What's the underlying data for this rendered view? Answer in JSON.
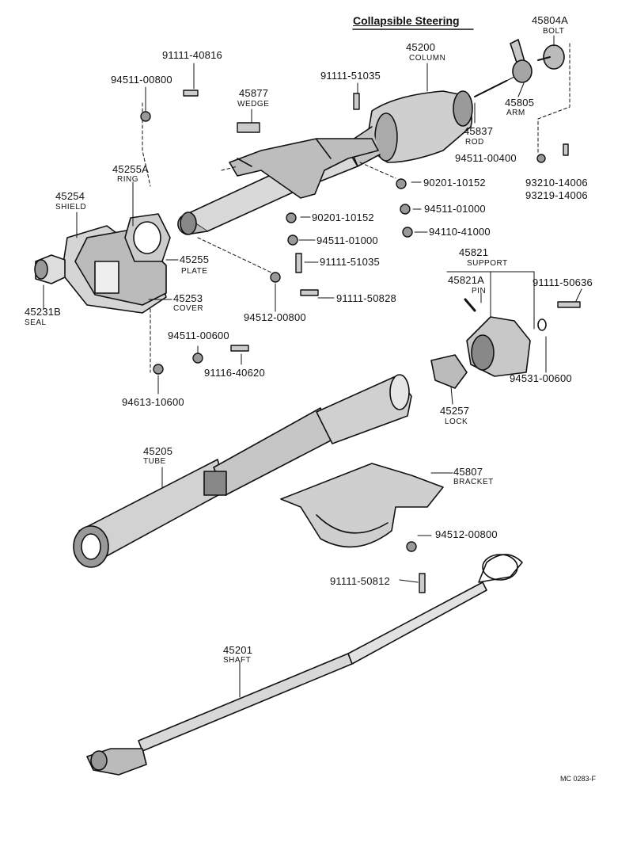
{
  "diagram": {
    "title": "Collapsible Steering",
    "drawing_code": "MC 0283-F",
    "parts": {
      "p45804a": {
        "number": "45804A",
        "name": "BOLT"
      },
      "p45200": {
        "number": "45200",
        "name": "COLUMN"
      },
      "p45877": {
        "number": "45877",
        "name": "WEDGE"
      },
      "p45805": {
        "number": "45805",
        "name": "ARM"
      },
      "p45837": {
        "number": "45837",
        "name": "ROD"
      },
      "p45255a": {
        "number": "45255A",
        "name": "RING"
      },
      "p45254": {
        "number": "45254",
        "name": "SHIELD"
      },
      "p45255": {
        "number": "45255",
        "name": "PLATE"
      },
      "p45253": {
        "number": "45253",
        "name": "COVER"
      },
      "p45231b": {
        "number": "45231B",
        "name": "SEAL"
      },
      "p45821": {
        "number": "45821",
        "name": "SUPPORT"
      },
      "p45821a": {
        "number": "45821A",
        "name": "PIN"
      },
      "p45257": {
        "number": "45257",
        "name": "LOCK"
      },
      "p45205": {
        "number": "45205",
        "name": "TUBE"
      },
      "p45807": {
        "number": "45807",
        "name": "BRACKET"
      },
      "p45201": {
        "number": "45201",
        "name": "SHAFT"
      }
    },
    "fasteners": {
      "f91111_40816": "91111-40816",
      "f94511_00800": "94511-00800",
      "f91111_51035a": "91111-51035",
      "f94511_00400": "94511-00400",
      "f93210_14006": "93210-14006",
      "f93219_14006": "93219-14006",
      "f90201_10152a": "90201-10152",
      "f94511_01000a": "94511-01000",
      "f90201_10152b": "90201-10152",
      "f94110_41000": "94110-41000",
      "f94511_01000b": "94511-01000",
      "f91111_51035b": "91111-51035",
      "f94512_00800a": "94512-00800",
      "f91111_50828": "91111-50828",
      "f91111_50636": "91111-50636",
      "f94511_00600": "94511-00600",
      "f91116_40620": "91116-40620",
      "f94613_10600": "94613-10600",
      "f94531_00600": "94531-00600",
      "f94512_00800b": "94512-00800",
      "f91111_50812": "91111-50812"
    }
  }
}
